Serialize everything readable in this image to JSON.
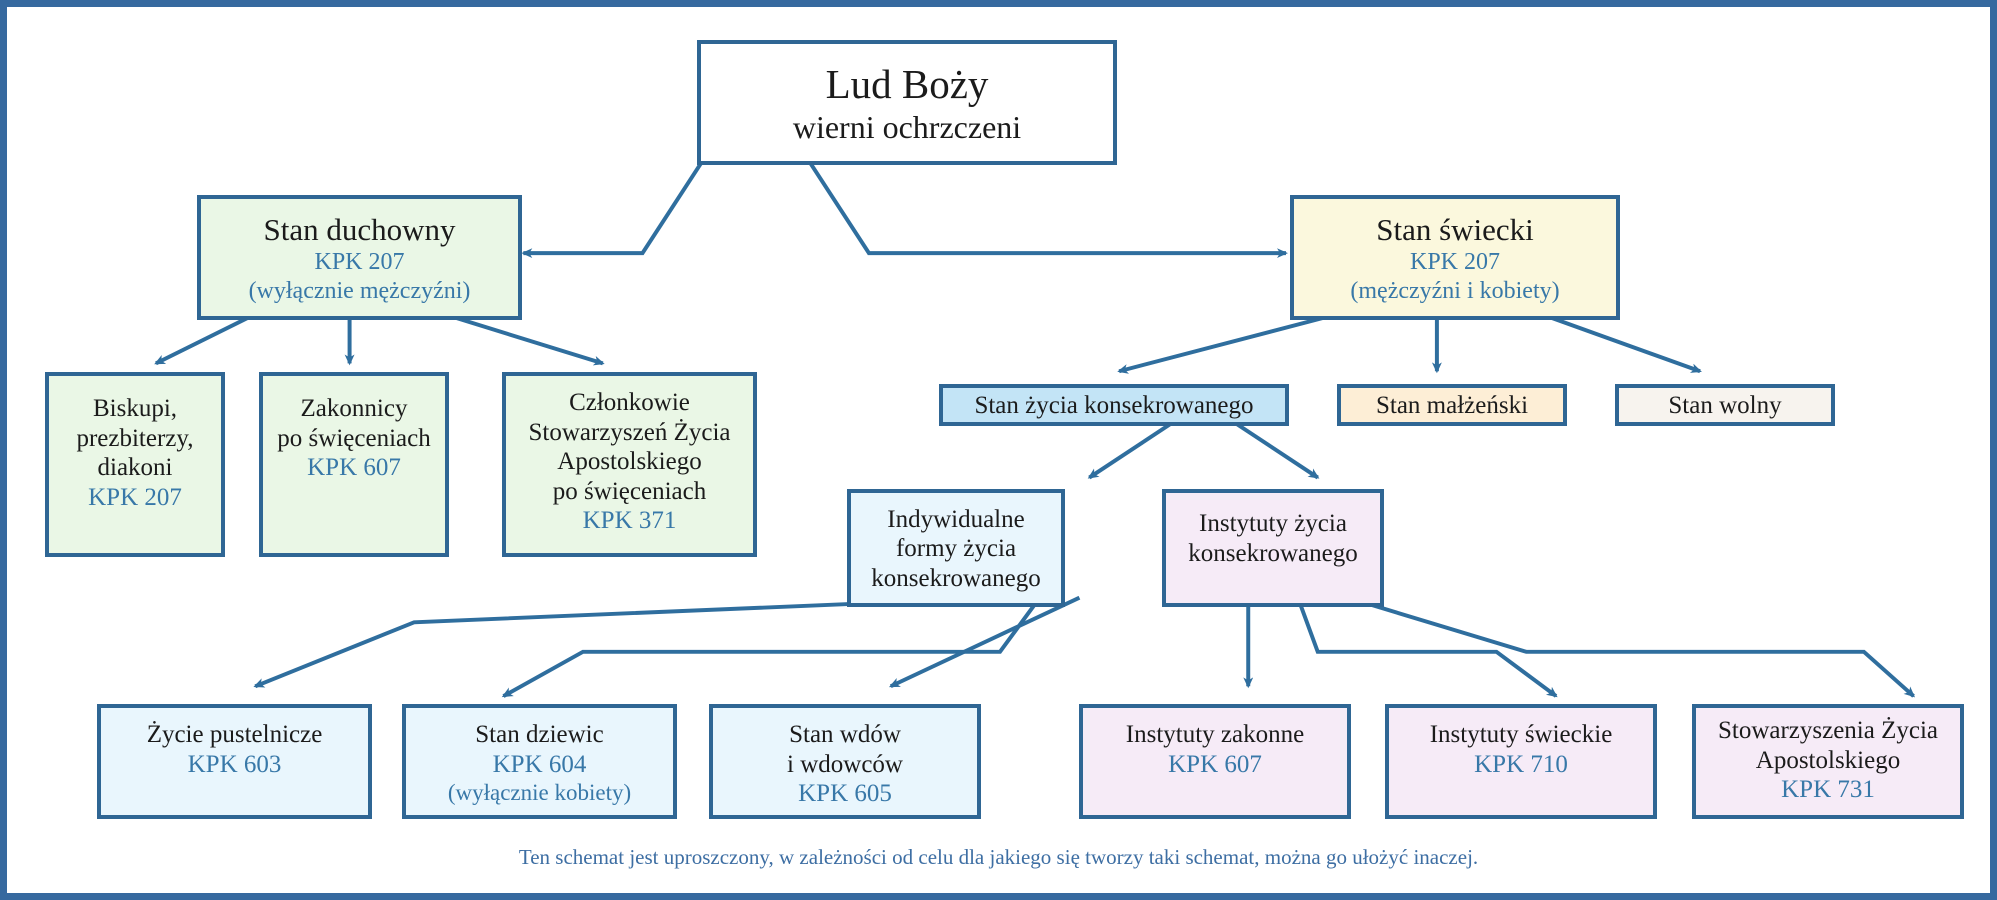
{
  "diagram": {
    "title_node": {
      "line1": "Lud Boży",
      "line2": "wierni ochrzczeni"
    },
    "caption": "Ten schemat jest uproszczony, w zależności od celu dla jakiego się tworzy taki schemat, można go ułożyć inaczej.",
    "colors": {
      "frame": "#36699f",
      "box_border": "#2f6694",
      "connector": "#2f6e9e",
      "kpk_text": "#3878a8",
      "caption_text": "#3d6ea3",
      "clergy_fill": "#eaf7e6",
      "lay_fill": "#fbf8dd",
      "consecrated_fill": "#c3e4f6",
      "individual_fill": "#e9f6fd",
      "institutes_fill": "#f6ebf7",
      "marriage_fill": "#fdeed6",
      "single_fill": "#f7f3ee",
      "root_fill": "#ffffff"
    },
    "nodes": {
      "root": {
        "lines": [
          "Lud Boży",
          "wierni ochrzczeni"
        ]
      },
      "clergy": {
        "lines": [
          "Stan duchowny"
        ],
        "kpk": [
          "KPK 207",
          "(wyłącznie mężczyźni)"
        ]
      },
      "lay": {
        "lines": [
          "Stan świecki"
        ],
        "kpk": [
          "KPK 207",
          "(mężczyźni i kobiety)"
        ]
      },
      "bishops": {
        "lines": [
          "Biskupi,",
          "prezbiterzy,",
          "diakoni"
        ],
        "kpk": [
          "KPK 207"
        ]
      },
      "religious_ordained": {
        "lines": [
          "Zakonnicy",
          "po święceniach"
        ],
        "kpk": [
          "KPK 607"
        ]
      },
      "societies_members": {
        "lines": [
          "Członkowie",
          "Stowarzyszeń Życia",
          "Apostolskiego",
          "po święceniach"
        ],
        "kpk": [
          "KPK 371"
        ]
      },
      "consecrated_state": {
        "lines": [
          "Stan życia konsekrowanego"
        ],
        "kpk": []
      },
      "marriage_state": {
        "lines": [
          "Stan małżeński"
        ],
        "kpk": []
      },
      "single_state": {
        "lines": [
          "Stan wolny"
        ],
        "kpk": []
      },
      "individual_forms": {
        "lines": [
          "Indywidualne",
          "formy życia",
          "konsekrowanego"
        ],
        "kpk": []
      },
      "institutes": {
        "lines": [
          "Instytuty życia",
          "konsekrowanego"
        ],
        "kpk": []
      },
      "hermit": {
        "lines": [
          "Życie pustelnicze"
        ],
        "kpk": [
          "KPK 603"
        ]
      },
      "virgins": {
        "lines": [
          "Stan dziewic"
        ],
        "kpk": [
          "KPK 604",
          "(wyłącznie kobiety)"
        ]
      },
      "widows": {
        "lines": [
          "Stan wdów",
          "i wdowców"
        ],
        "kpk": [
          "KPK 605"
        ]
      },
      "religious_institutes": {
        "lines": [
          "Instytuty zakonne"
        ],
        "kpk": [
          "KPK 607"
        ]
      },
      "secular_institutes": {
        "lines": [
          "Instytuty świeckie"
        ],
        "kpk": [
          "KPK 710"
        ]
      },
      "apostolic_societies": {
        "lines": [
          "Stowarzyszenia Życia",
          "Apostolskiego"
        ],
        "kpk": [
          "KPK 731"
        ]
      }
    }
  }
}
